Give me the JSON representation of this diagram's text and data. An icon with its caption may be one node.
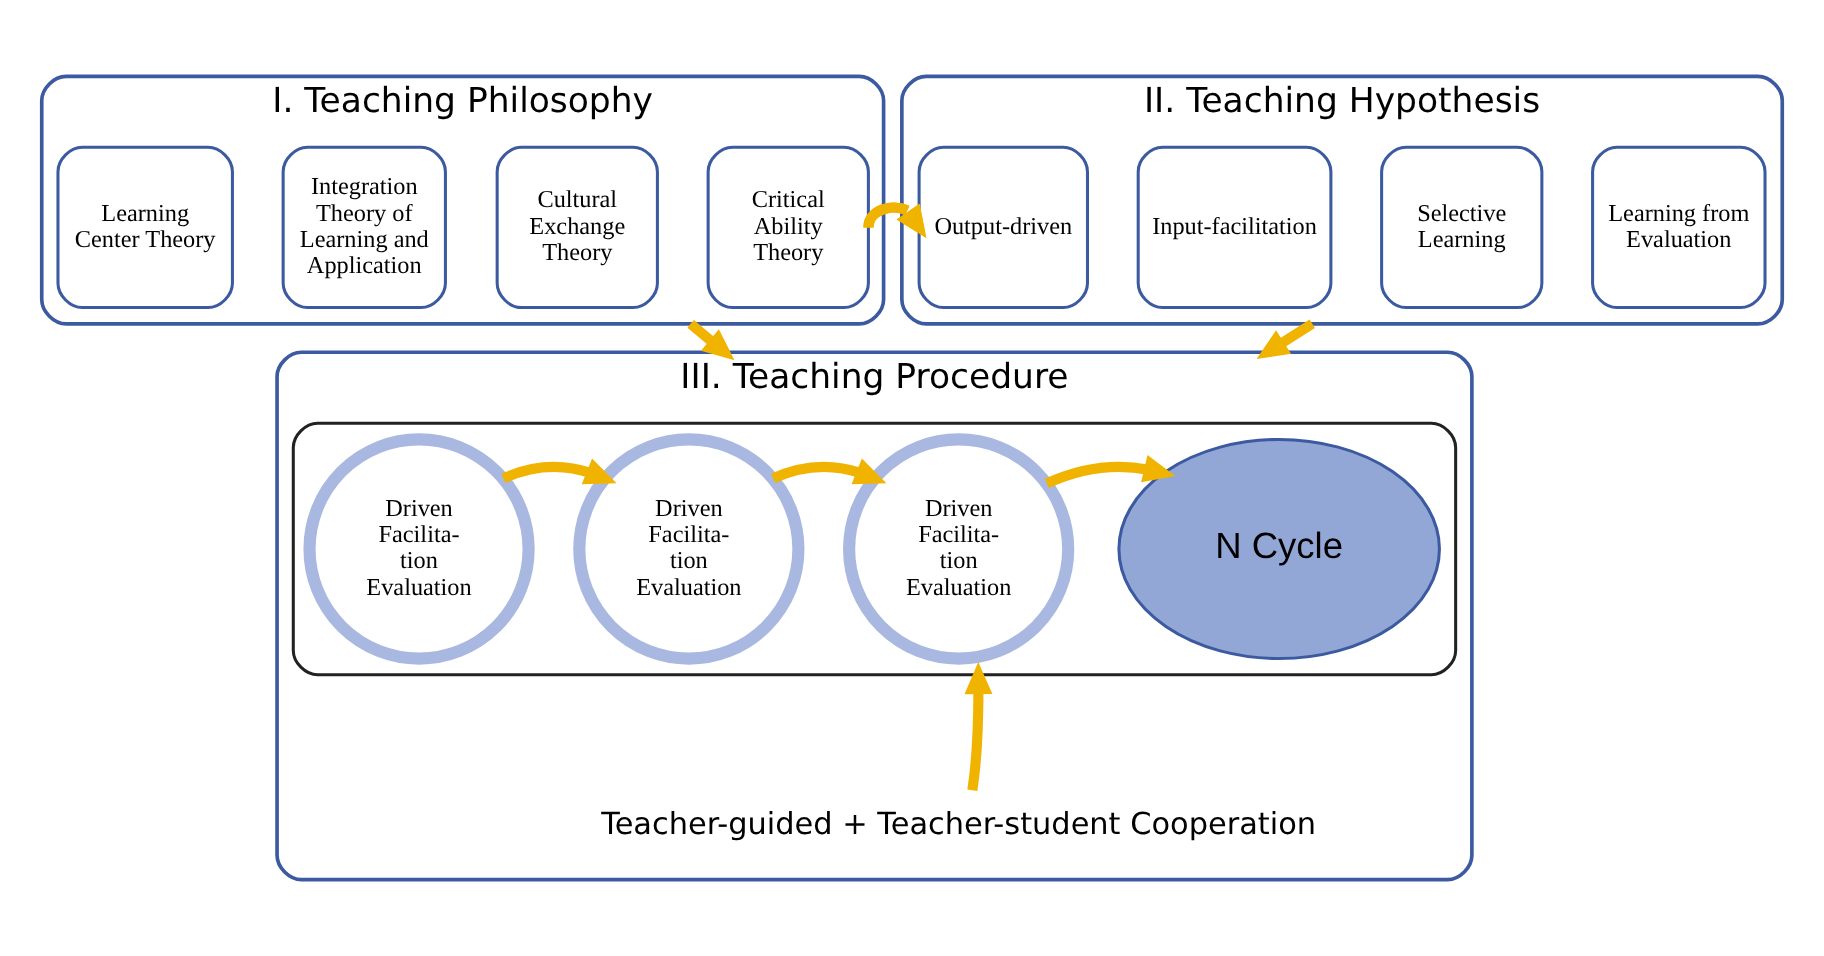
{
  "diagram": {
    "nodes": [
      {
        "text": [
          "I. Teaching Philosophy"
        ]
      },
      {
        "text": [
          "Learning Center Theory"
        ],
        "in": 0
      },
      {
        "text": [
          "Integration Theory of Learning and Application"
        ],
        "in": 0
      },
      {
        "text": [
          "Cultural Exchange Theory"
        ],
        "in": 0
      },
      {
        "text": [
          "Critical Ability Theory"
        ],
        "in": 0
      },
      {
        "text": [
          "II. Teaching Hypothesis"
        ]
      },
      {
        "text": [
          "Output-driven"
        ],
        "in": 5
      },
      {
        "text": [
          "Input-facilitation"
        ],
        "in": 5
      },
      {
        "text": [
          "Selective Learning"
        ],
        "in": 5
      },
      {
        "text": [
          "Learning from Evaluation"
        ],
        "in": 5
      },
      {
        "text": [
          "III. Teaching Procedure"
        ]
      },
      {
        "text": [],
        "shape": "box",
        "in": 10
      },
      {
        "text": [
          "Driven",
          "Facilita- tion",
          "Evaluation"
        ],
        "in": 11
      },
      {
        "text": [
          "Driven",
          "Facilita- tion",
          "Evaluation"
        ],
        "in": 11
      },
      {
        "text": [
          "Driven",
          "Facilita- tion",
          "Evaluation"
        ],
        "in": 11
      },
      {
        "text": [
          "N Cycle"
        ],
        "in": 11
      },
      {
        "text": [
          "Teacher-guided + Teacher-student Cooperation"
        ],
        "in": 10
      }
    ],
    "edges": [
      {
        "from": 0,
        "to": 5,
        "arrow": "to"
      },
      {
        "from": 0,
        "to": 10,
        "arrow": "to"
      },
      {
        "from": 5,
        "to": 10,
        "arrow": "to"
      },
      {
        "from": 12,
        "to": 13,
        "arrow": "to"
      },
      {
        "from": 13,
        "to": 14,
        "arrow": "to"
      },
      {
        "from": 14,
        "to": 15,
        "arrow": "to"
      },
      {
        "from": 16,
        "to": 11,
        "arrow": "to"
      }
    ]
  }
}
